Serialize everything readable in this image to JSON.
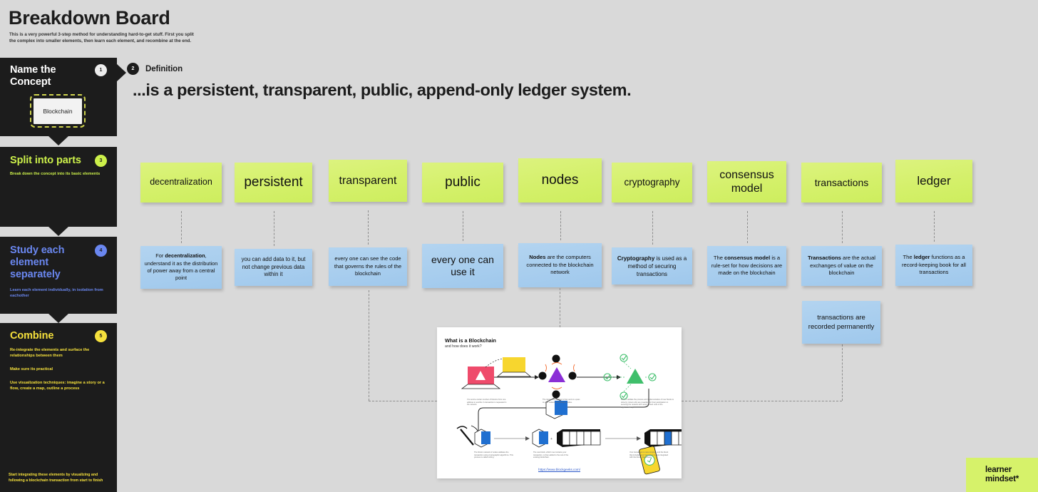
{
  "header": {
    "title": "Breakdown Board",
    "subtitle": "This is a very powerful 3-step method for understanding hard-to-get stuff. First you split the complex into smaller elements, then learn each element, and recombine at the end."
  },
  "rail": {
    "step1": {
      "number": "1",
      "title": "Name the Concept",
      "concept": "Blockchain"
    },
    "step3": {
      "number": "3",
      "title": "Split into parts",
      "desc": "Break down the concept into its basic elements"
    },
    "step4": {
      "number": "4",
      "title": "Study each element separately",
      "desc": "Learn each element individually, in isolation from eachother"
    },
    "step5": {
      "number": "5",
      "title": "Combine",
      "desc1": "Re-integrate the elements and surface the relationships between them",
      "desc2": "Make sure its practical",
      "desc3": "Use visualization techniques: imagine a story or a flow, create a map, outline a process",
      "footer_pre": "Start ",
      "footer_b1": "integrating",
      "footer_mid1": " these elements ",
      "footer_b2": "by visualizing",
      "footer_mid2": " and ",
      "footer_b3": "following",
      "footer_post": " a blockchain transaction from start to finish"
    }
  },
  "definition": {
    "number": "2",
    "label": "Definition",
    "text": "...is a persistent, transparent, public, append-only ledger system."
  },
  "elements": [
    {
      "term": "decentralization",
      "term_size": "12.5px",
      "desc_pre": "For ",
      "desc_bold": "decentralization",
      "desc_post": ", understand it as the distribution of power away from a central point",
      "desc_size": "7.4px"
    },
    {
      "term": "persistent",
      "term_size": "19px",
      "desc_pre": "",
      "desc_bold": "",
      "desc_post": "you can add data to it, but not change previous data within it",
      "desc_size": "7.8px"
    },
    {
      "term": "transparent",
      "term_size": "16px",
      "desc_pre": "",
      "desc_bold": "",
      "desc_post": "every one can see the code that governs the rules of the blockchain",
      "desc_size": "7.6px"
    },
    {
      "term": "public",
      "term_size": "19px",
      "desc_pre": "",
      "desc_bold": "",
      "desc_post": "every one can use it",
      "desc_size": "14px"
    },
    {
      "term": "nodes",
      "term_size": "19px",
      "desc_pre": "",
      "desc_bold": "Nodes",
      "desc_post": " are the computers connected to the blockchain network",
      "desc_size": "7.6px"
    },
    {
      "term": "cryptography",
      "term_size": "13.5px",
      "desc_pre": "",
      "desc_bold": "Cryptography",
      "desc_post": " is used as a method of securing transactions",
      "desc_size": "8px"
    },
    {
      "term": "consensus model",
      "term_size": "16px",
      "desc_pre": "The ",
      "desc_bold": "consensus model",
      "desc_post": " is a rule-set for how decisions are made on the blockchain",
      "desc_size": "7.6px"
    },
    {
      "term": "transactions",
      "term_size": "14px",
      "desc_pre": "",
      "desc_bold": "Transactions",
      "desc_post": " are the actual exchanges of value on the blockchain",
      "desc_size": "7.6px"
    },
    {
      "term": "ledger",
      "term_size": "17px",
      "desc_pre": "The ",
      "desc_bold": "ledger",
      "desc_post": " functions as a record-keeping book for all transactions",
      "desc_size": "7.6px"
    }
  ],
  "extra_note": {
    "text": "transactions are recorded permanently"
  },
  "diagram": {
    "title": "What is a Blockchain",
    "subtitle": "and how does it work?",
    "link": "https://www.blockgeeks.com/"
  },
  "logo": {
    "line1": "learner",
    "line2": "mindset*"
  },
  "colors": {
    "board_bg": "#d9d9d9",
    "rail_bg": "#1c1c1c",
    "green_note": "#d4f06a",
    "blue_note": "#a7cdee",
    "accent_lime": "#ccf04a",
    "accent_blue": "#6a87f0",
    "accent_yellow": "#f5e03c",
    "logo_bg": "#d6f26a"
  }
}
